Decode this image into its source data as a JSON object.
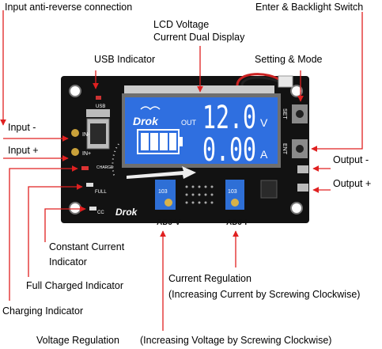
{
  "labels": {
    "input_anti_reverse": "Input anti-reverse connection",
    "enter_backlight": "Enter & Backlight Switch",
    "lcd_display_1": "LCD Voltage",
    "lcd_display_2": "Current Dual Display",
    "usb_indicator": "USB Indicator",
    "setting_mode": "Setting & Mode",
    "input_minus": "Input -",
    "input_plus": "Input +",
    "output_minus": "Output -",
    "output_plus": "Output +",
    "constant_current_1": "Constant Current",
    "constant_current_2": "Indicator",
    "full_charged": "Full Charged Indicator",
    "charging_indicator": "Charging Indicator",
    "current_regulation_1": "Current Regulation",
    "current_regulation_2": "(Increasing Current by Screwing Clockwise)",
    "voltage_regulation": "Voltage Regulation",
    "increasing_voltage": "(Increasing Voltage by Screwing Clockwise)"
  },
  "board": {
    "brand": "Drok",
    "lcd_out": "OUT",
    "lcd_voltage": "12.0",
    "lcd_voltage_unit": "V",
    "lcd_current": "0.00",
    "lcd_current_unit": "A",
    "silk_usb": "USB",
    "silk_charge": "CHARGE",
    "silk_full": "FULL",
    "silk_cc": "CC",
    "silk_in_minus": "IN-",
    "silk_in_plus": "IN+",
    "silk_set": "SET",
    "silk_ent": "ENT",
    "pot_v_label": "ADJ-V",
    "pot_i_label": "ADJ-I",
    "pot_code": "103"
  },
  "colors": {
    "pcb": "#111111",
    "lcd": "#2f6fe0",
    "arrow": "#e02020",
    "pot": "#2e6fd6"
  }
}
